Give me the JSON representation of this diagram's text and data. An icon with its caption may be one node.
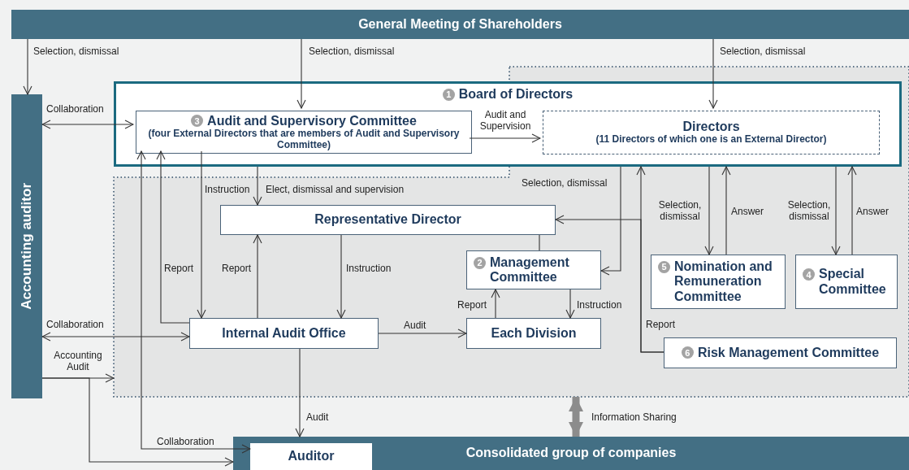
{
  "diagram": {
    "nodes": [
      {
        "text": [
          "General Meeting of Shareholders"
        ]
      },
      {
        "text": [
          "Accounting auditor"
        ]
      },
      {
        "text": [],
        "shape": "box"
      },
      {
        "text": [
          "1",
          "Board of Directors"
        ]
      },
      {
        "text": [
          "3",
          "Audit and Supervisory Committee",
          "(four External Directors that are members of Audit and Supervisory Committee)"
        ],
        "in": 3
      },
      {
        "text": [
          "Directors",
          "(11 Directors of which one is an External Director)"
        ],
        "in": 3
      },
      {
        "text": [
          "Representative Director"
        ],
        "in": 2
      },
      {
        "text": [
          "2",
          "Management Committee"
        ],
        "in": 2
      },
      {
        "text": [
          "5",
          "Nomination and Remuneration Committee"
        ],
        "in": 2
      },
      {
        "text": [
          "4",
          "Special Committee"
        ],
        "in": 2
      },
      {
        "text": [
          "Internal Audit Office"
        ],
        "in": 2
      },
      {
        "text": [
          "Each Division"
        ],
        "in": 2
      },
      {
        "text": [
          "6",
          "Risk Management Committee"
        ],
        "in": 2
      },
      {
        "text": [
          "Consolidated group of companies"
        ]
      },
      {
        "text": [
          "Auditor"
        ],
        "in": 13
      }
    ],
    "edges": [
      {
        "from": 0,
        "to": 1,
        "arrow": "to",
        "label": "Selection, dismissal"
      },
      {
        "from": 0,
        "to": 4,
        "arrow": "to",
        "label": "Selection, dismissal"
      },
      {
        "from": 0,
        "to": 5,
        "arrow": "to",
        "label": "Selection, dismissal"
      },
      {
        "from": 1,
        "to": 4,
        "arrow": "both",
        "label": "Collaboration"
      },
      {
        "from": 4,
        "to": 5,
        "arrow": "to",
        "label": "Audit and Supervision"
      },
      {
        "from": 3,
        "to": 6,
        "arrow": "to",
        "label": "Elect, dismissal and supervision"
      },
      {
        "from": 4,
        "to": 10,
        "arrow": "to",
        "label": "Instruction"
      },
      {
        "from": 10,
        "to": 4,
        "arrow": "to",
        "label": "Report"
      },
      {
        "from": 10,
        "to": 6,
        "arrow": "to",
        "label": "Report"
      },
      {
        "from": 6,
        "to": 10,
        "arrow": "to",
        "label": "Instruction"
      },
      {
        "from": 4,
        "to": 14,
        "arrow": "both",
        "label": "Collaboration"
      },
      {
        "from": 1,
        "to": 10,
        "arrow": "both",
        "label": "Collaboration"
      },
      {
        "from": 1,
        "to": 2,
        "arrow": "to",
        "label": "Accounting Audit"
      },
      {
        "from": 1,
        "to": 13,
        "arrow": "to"
      },
      {
        "from": 10,
        "to": 13,
        "arrow": "to",
        "label": "Audit"
      },
      {
        "from": 10,
        "to": 11,
        "arrow": "to",
        "label": "Audit"
      },
      {
        "from": 6,
        "to": 7,
        "arrow": "none"
      },
      {
        "from": 7,
        "to": 11,
        "arrow": "to",
        "label": "Instruction"
      },
      {
        "from": 11,
        "to": 7,
        "arrow": "to",
        "label": "Report"
      },
      {
        "from": 3,
        "to": 7,
        "arrow": "to",
        "label": "Selection, dismissal"
      },
      {
        "from": 12,
        "to": 3,
        "arrow": "to",
        "label": "Report"
      },
      {
        "from": 12,
        "to": 6,
        "arrow": "to"
      },
      {
        "from": 3,
        "to": 8,
        "arrow": "to",
        "label": "Selection, dismissal"
      },
      {
        "from": 8,
        "to": 3,
        "arrow": "to",
        "label": "Answer"
      },
      {
        "from": 3,
        "to": 9,
        "arrow": "to",
        "label": "Selection, dismissal"
      },
      {
        "from": 9,
        "to": 3,
        "arrow": "to",
        "label": "Answer"
      },
      {
        "from": 2,
        "to": 13,
        "arrow": "both",
        "label": "Information Sharing",
        "style": "thick",
        "color": "#8c8c8c"
      }
    ]
  }
}
